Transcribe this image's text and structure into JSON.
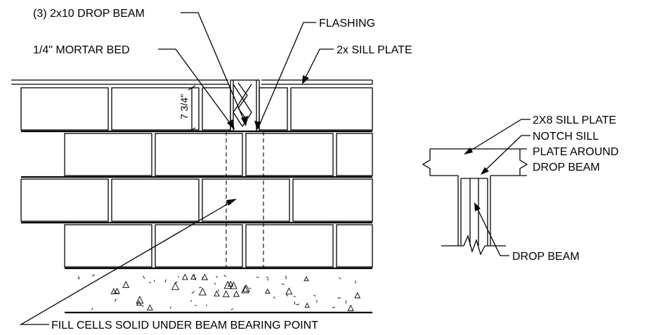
{
  "labels": {
    "drop_beam_triple": "(3) 2x10 DROP BEAM",
    "flashing": "FLASHING",
    "mortar_bed": "1/4\" MORTAR BED",
    "sill_plate_2x": "2x SILL PLATE",
    "dimension": "7 3/4\"",
    "fill_cells": "FILL CELLS SOLID UNDER BEAM BEARING POINT",
    "sill_plate_2x8": "2X8 SILL PLATE",
    "notch_line1": "NOTCH SILL",
    "notch_line2": "PLATE AROUND",
    "notch_line3": "DROP BEAM",
    "drop_beam": "DROP BEAM"
  }
}
